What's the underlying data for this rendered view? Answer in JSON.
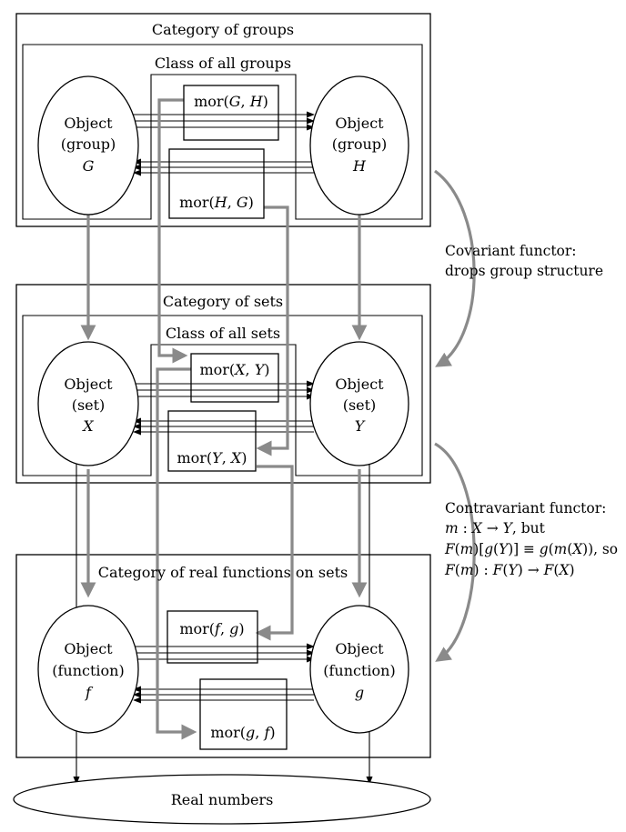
{
  "categories": {
    "groups": "Category of groups",
    "sets": "Category of sets",
    "functions": "Category of real functions on sets"
  },
  "classes": {
    "groups": "Class of all groups",
    "sets": "Class of all sets"
  },
  "objects": {
    "G": {
      "line1": "Object",
      "line2": "(group)",
      "name": "G"
    },
    "H": {
      "line1": "Object",
      "line2": "(group)",
      "name": "H"
    },
    "X": {
      "line1": "Object",
      "line2": "(set)",
      "name": "X"
    },
    "Y": {
      "line1": "Object",
      "line2": "(set)",
      "name": "Y"
    },
    "f": {
      "line1": "Object",
      "line2": "(function)",
      "name": "f"
    },
    "g": {
      "line1": "Object",
      "line2": "(function)",
      "name": "g"
    }
  },
  "morphisms": {
    "GH": {
      "pre": "mor(",
      "a": "G",
      "sep": ", ",
      "b": "H",
      "post": ")"
    },
    "HG": {
      "pre": "mor(",
      "a": "H",
      "sep": ", ",
      "b": "G",
      "post": ")"
    },
    "XY": {
      "pre": "mor(",
      "a": "X",
      "sep": ", ",
      "b": "Y",
      "post": ")"
    },
    "YX": {
      "pre": "mor(",
      "a": "Y",
      "sep": ", ",
      "b": "X",
      "post": ")"
    },
    "fg": {
      "pre": "mor(",
      "a": "f",
      "sep": ", ",
      "b": "g",
      "post": ")"
    },
    "gf": {
      "pre": "mor(",
      "a": "g",
      "sep": ", ",
      "b": "f",
      "post": ")"
    }
  },
  "real_numbers": "Real numbers",
  "covariant": {
    "line1": "Covariant functor:",
    "line2": "drops group structure"
  },
  "contravariant": {
    "line1": "Contravariant functor:",
    "l2_m": "m",
    "l2_colon": " : ",
    "l2_X": "X",
    "l2_arrow": " → ",
    "l2_Y": "Y",
    "l2_but": ", but",
    "l3_F1": "F",
    "l3_p1": "(",
    "l3_m": "m",
    "l3_p2": ")[",
    "l3_g1": "g",
    "l3_p3": "(",
    "l3_Y": "Y",
    "l3_p4": ")] ≡ ",
    "l3_g2": "g",
    "l3_p5": "(",
    "l3_m2": "m",
    "l3_p6": "(",
    "l3_X": "X",
    "l3_so": ")), so",
    "l4_F1": "F",
    "l4_p1": "(",
    "l4_m": "m",
    "l4_p2": ") : ",
    "l4_F2": "F",
    "l4_p3": "(",
    "l4_Y": "Y",
    "l4_p4": ") → ",
    "l4_F3": "F",
    "l4_p5": "(",
    "l4_X": "X",
    "l4_p6": ")"
  },
  "colors": {
    "functor_arrows": "#8a8a8a",
    "lines": "#000000"
  }
}
